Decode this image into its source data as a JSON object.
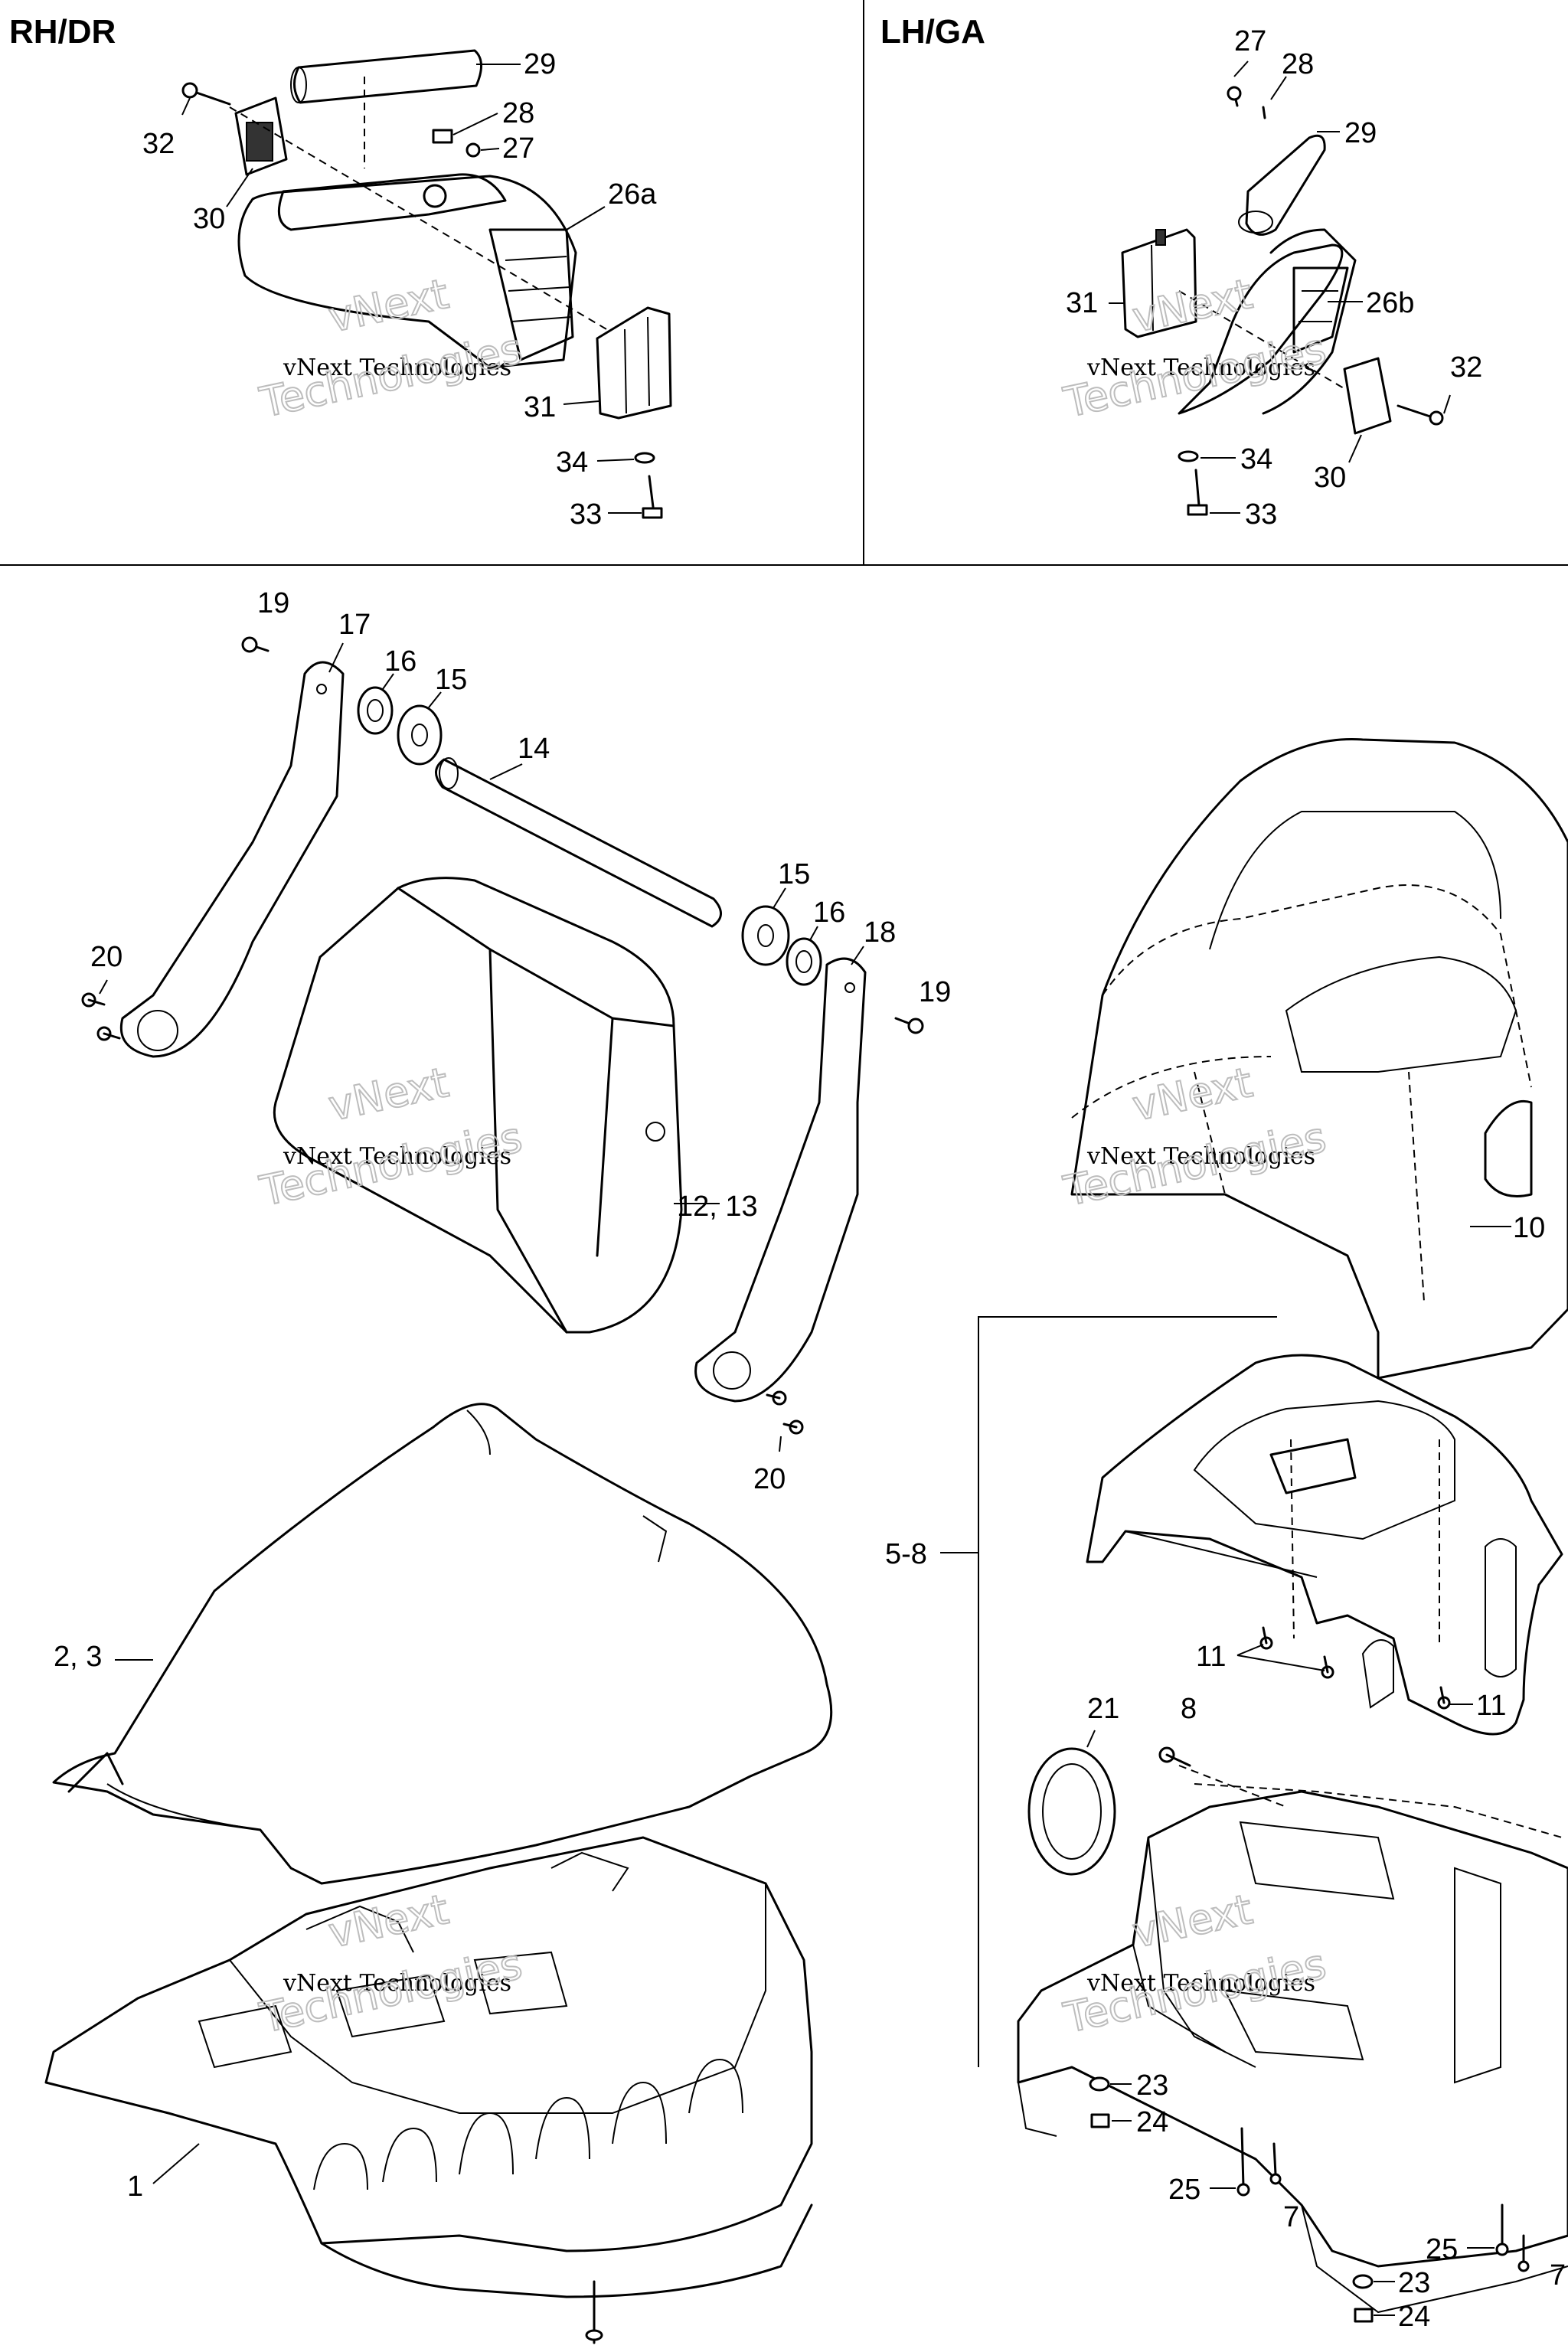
{
  "sections": {
    "rh": "RH/DR",
    "lh": "LH/GA"
  },
  "watermark": {
    "line1": "vNext",
    "line2": "vNext Technologies",
    "line3": "Technologies"
  },
  "labels": {
    "rh_29": "29",
    "rh_28": "28",
    "rh_27": "27",
    "rh_32": "32",
    "rh_30": "30",
    "rh_26a": "26a",
    "rh_31": "31",
    "rh_34": "34",
    "rh_33": "33",
    "lh_27": "27",
    "lh_28": "28",
    "lh_29": "29",
    "lh_31": "31",
    "lh_26b": "26b",
    "lh_32": "32",
    "lh_34": "34",
    "lh_30": "30",
    "lh_33": "33",
    "b_19a": "19",
    "b_17": "17",
    "b_16a": "16",
    "b_15a": "15",
    "b_14": "14",
    "b_15b": "15",
    "b_16b": "16",
    "b_18": "18",
    "b_19b": "19",
    "b_20a": "20",
    "b_12_13": "12, 13",
    "b_20b": "20",
    "b_10": "10",
    "b_5_8": "5-8",
    "b_2_3": "2, 3",
    "b_11a": "11",
    "b_11b": "11",
    "b_21": "21",
    "b_8": "8",
    "b_1": "1",
    "b_23a": "23",
    "b_24a": "24",
    "b_25a": "25",
    "b_7a": "7",
    "b_25b": "25",
    "b_7b": "7",
    "b_23b": "23",
    "b_24b": "24"
  }
}
